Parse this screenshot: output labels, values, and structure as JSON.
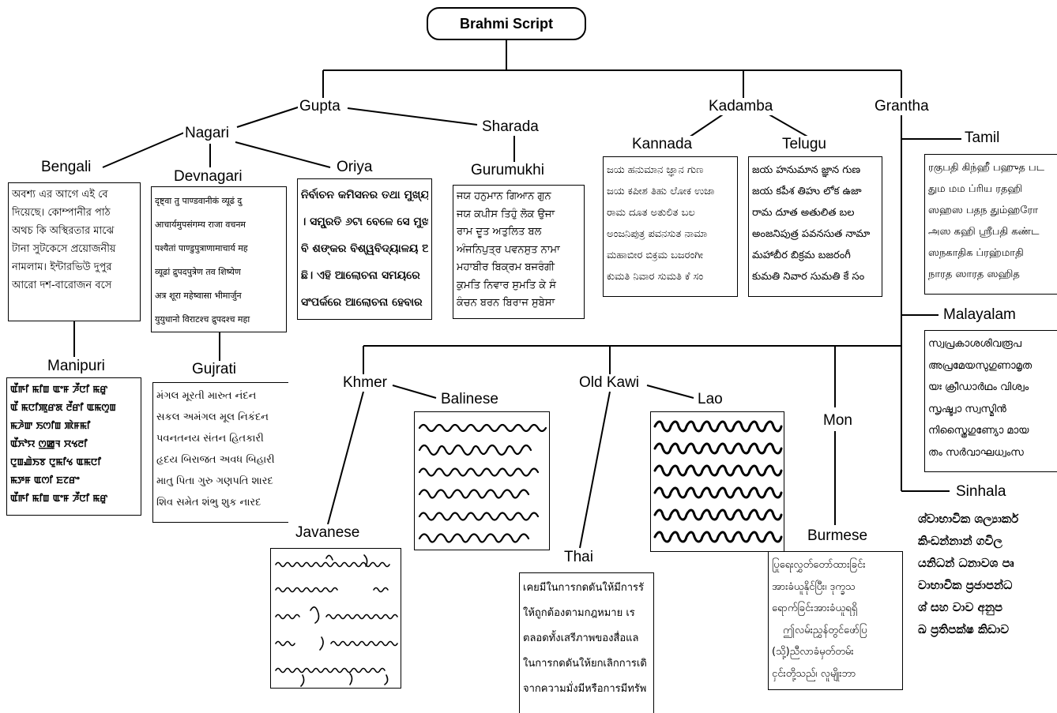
{
  "root": "Brahmi Script",
  "labels": {
    "gupta": "Gupta",
    "kadamba": "Kadamba",
    "grantha": "Grantha",
    "nagari": "Nagari",
    "sharada": "Sharada",
    "kannada": "Kannada",
    "telugu": "Telugu",
    "tamil": "Tamil",
    "bengali": "Bengali",
    "devnagari": "Devnagari",
    "oriya": "Oriya",
    "gurumukhi": "Gurumukhi",
    "malayalam": "Malayalam",
    "manipuri": "Manipuri",
    "gujrati": "Gujrati",
    "khmer": "Khmer",
    "balinese": "Balinese",
    "old_kawi": "Old Kawi",
    "lao": "Lao",
    "mon": "Mon",
    "sinhala": "Sinhala",
    "javanese": "Javanese",
    "thai": "Thai",
    "burmese": "Burmese"
  },
  "samples": {
    "bengali": [
      "অবশ্য এর আগে এই বে",
      "দিয়েছে। কোম্পানীর পাঠ",
      "অথচ কি অস্থিরতার মাঝে",
      "টানা সুটকেসে প্রয়োজনীয়",
      "নামলাম। ইন্টারভিউ দুপুর",
      "আরো দশ-বারোজন বসে"
    ],
    "devnagari": [
      "दृष्ट्वा तु पाण्डवानीकं व्यूढं दु",
      "आचार्यमुपसंगम्य राजा वचनम",
      "पश्यैतां पाण्डुपुत्राणामाचार्य मह",
      "व्यूढां द्रुपदपुत्रेण तव शिष्येण",
      "अत्र शूरा महेष्वासा भीमार्जुन",
      "युयुधानो विराटश्च द्रुपदश्च महा"
    ],
    "oriya": [
      "ନିର୍ବାଚନ କମିସନର ତଥା ମୁଖ୍ୟ",
      "। ସମ୍ପ୍ରତି ୬ଟା ବେଳେ ସେ ମୁଖ୍ୟମ",
      "ବି ଶଙ୍କର ବିଶ୍ୱବିଦ୍ୟାଳୟ ଅଗ୍ରଣ",
      "ଛି। ଏହି ଆଲୋଚନା ସମୟରେ",
      "ସଂପର୍କରେ ଆଲୋଚନା ହେବାର"
    ],
    "gurumukhi": [
      "ਜਯ ਹਨੁਮਾਨ ਗਿਆਨ ਗੁਨ",
      "ਜਯ ਕਪੀਸ ਤਿਹੁੰ ਲੋਕ ਉਜਾ",
      "ਰਾਮ ਦੂਤ ਅਤੁਲਿਤ ਬਲ",
      "ਅੰਜਨਿਪੁਤ੍ਰ ਪਵਨਸੁਤ ਨਾਮਾ",
      "ਮਹਾਬੀਰ ਬਿਕ੍ਰਮ ਬਜਰੰਗੀ",
      "ਕੁਮਤਿ ਨਿਵਾਰ ਸੁਮਤਿ ਕੇ ਸੰ",
      "ਕੰਚਨ ਬਰਨ ਬਿਰਾਜ ਸੁਬੇਸਾ"
    ],
    "kannada": [
      "ಜಯ ಹನುಮಾನ ಜ್ಞಾನ ಗುಣ",
      "ಜಯ ಕಪೀಶ ತಿಹು ಲೋಕ ಉಜಾ",
      "ರಾಮ ದೂತ ಅತುಲಿತ ಬಲ",
      "ಅಂಜನಿಪುತ್ರ ಪವನಸುತ ನಾಮಾ",
      "ಮಹಾಬೀರ ಬಿಕ್ರಮ ಬಜರಂಗೀ",
      "ಕುಮತಿ ನಿವಾರ ಸುಮತಿ ಕೆ ಸಂ"
    ],
    "telugu": [
      "జయ హనుమాన జ్ఞాన గుణ",
      "జయ కపీశ తిహు లోక ఉజా",
      "రామ దూత అతులిత బల",
      "అంజనిపుత్ర పవనసుత నామా",
      "మహాబీర బిక్రమ బజరంగీ",
      "కుమతి నివార సుమతి కే సం"
    ],
    "tamil": [
      "ரகுபதி கிந்ஹீ பஹுத பட",
      "தும மம ப்ரிய ரதஹி",
      "ஸஹஸ பதந தும்ஹரோ",
      "அஸ கஹி ஶ்ரீபதி கண்ட",
      "ஸநகாதிக ப்ரஹ்மாதி",
      "நாரத ஸாரத ஸஹித"
    ],
    "malayalam": [
      "സ്വപ്രകാശശിവരൂപ",
      "അപ്രമേയസുഗുണാമൃത",
      "യഃ ക്രീഡാർഥം വിശ്വം",
      "സൃഷ്ട്വാ സ്വസ്മിൻ",
      "നിസ്ത്രൈഗുണ്യോ മായ",
      "തം സർവാഘധ്വംസ"
    ],
    "manipuri": [
      "ꯑꯩꯒꯤ ꯃꯤꯡ ꯑꯦꯝ ꯍꯩꯅꯤ ꯃꯔꯨ",
      "ꯑꯩ ꯃꯅꯤꯄꯨꯔꯗ ꯂꯩꯔꯤ ꯑꯃꯁꯨꯡ",
      "ꯃꯍꯥꯛ ꯏꯁꯤꯡ ꯄꯥꯝꯃꯤ",
      "ꯑꯩꯈꯣꯌ ꯁ꯭ꯀꯨꯜ ꯆꯠꯂꯤ",
      "ꯅꯨꯡꯉꯥꯏꯕ ꯅꯨꯃꯤꯠ ꯑꯃꯅꯤ",
      "ꯃꯇꯝ ꯑꯁꯤ ꯐꯖꯔꯦ",
      "ꯑꯩꯒꯤ ꯃꯤꯡ ꯑꯦꯝ ꯍꯩꯅꯤ ꯃꯔꯨ"
    ],
    "gujrati": [
      "મંગલ મૂરતી મારુત નંદન",
      "સકલ અમંગલ મૂલ નિકંદન",
      "પવનતનય સંતન હિતકારી",
      "હૃદય બિરાજત અવધ બિહારી",
      "માતુ પિતા ગુરુ ગણપતિ શારદ",
      "શિવ સમેત શંભુ શુક નારદ"
    ],
    "thai": [
      "เคยมีในการกดดันให้มีการรั",
      "ให้ถูกต้องตามกฎหมาย เร",
      "ตลอดทั้งเสรีภาพของสื่อแล",
      "ในการกดดันให้ยกเลิกการเดิ",
      "จากความมั่งมีหรือการมีทรัพ"
    ],
    "burmese": [
      "ပြုရေးလွှတ်တော်ထားခြင်း",
      "အားခံယူနိုင်ပြီး၊ ဒုက္ခသ",
      "ရောက်ခြင်းအားခံယူရရှိ",
      "ဤလမ်းညွှန်တွင်ဖော်ပြ",
      "(သို့)ညီလာခံမှတ်တမ်း",
      "ငှင်းတို့သည်၊ လူမျိုးဘာ"
    ],
    "sinhala": [
      "ශ්වාභාවික ශල්‍යාකර්",
      "කිංඩන්නාන් ගවිල",
      "යනිධන් ධනාවශ පෘ",
      "වාභාවික ප්‍රජාපන්ධ",
      "ශ් සහ වාව අනුප",
      "ඛ ප්‍රතිපක්ෂ කිඩාව"
    ]
  },
  "colors": {
    "line": "#000000",
    "text": "#000000",
    "background": "#ffffff"
  }
}
